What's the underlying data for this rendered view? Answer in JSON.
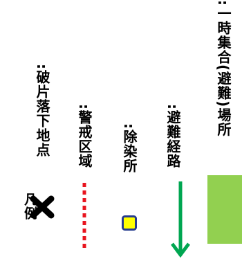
{
  "legend": {
    "title": "凡例",
    "items": [
      {
        "symbol": "x-mark-icon",
        "label": ":破片落下地点",
        "color": "#000000"
      },
      {
        "symbol": "dotted-line-icon",
        "label": ":警戒区域",
        "color": "#e8141e"
      },
      {
        "symbol": "square-icon",
        "label": ":除染所",
        "color": "#ffff00",
        "border_color": "#253b8e"
      },
      {
        "symbol": "arrow-down-icon",
        "label": ":避難経路",
        "color": "#00a651"
      },
      {
        "symbol": "green-rectangle-icon",
        "label": ":一時集合(避難)場所",
        "color": "#92d050"
      }
    ]
  }
}
